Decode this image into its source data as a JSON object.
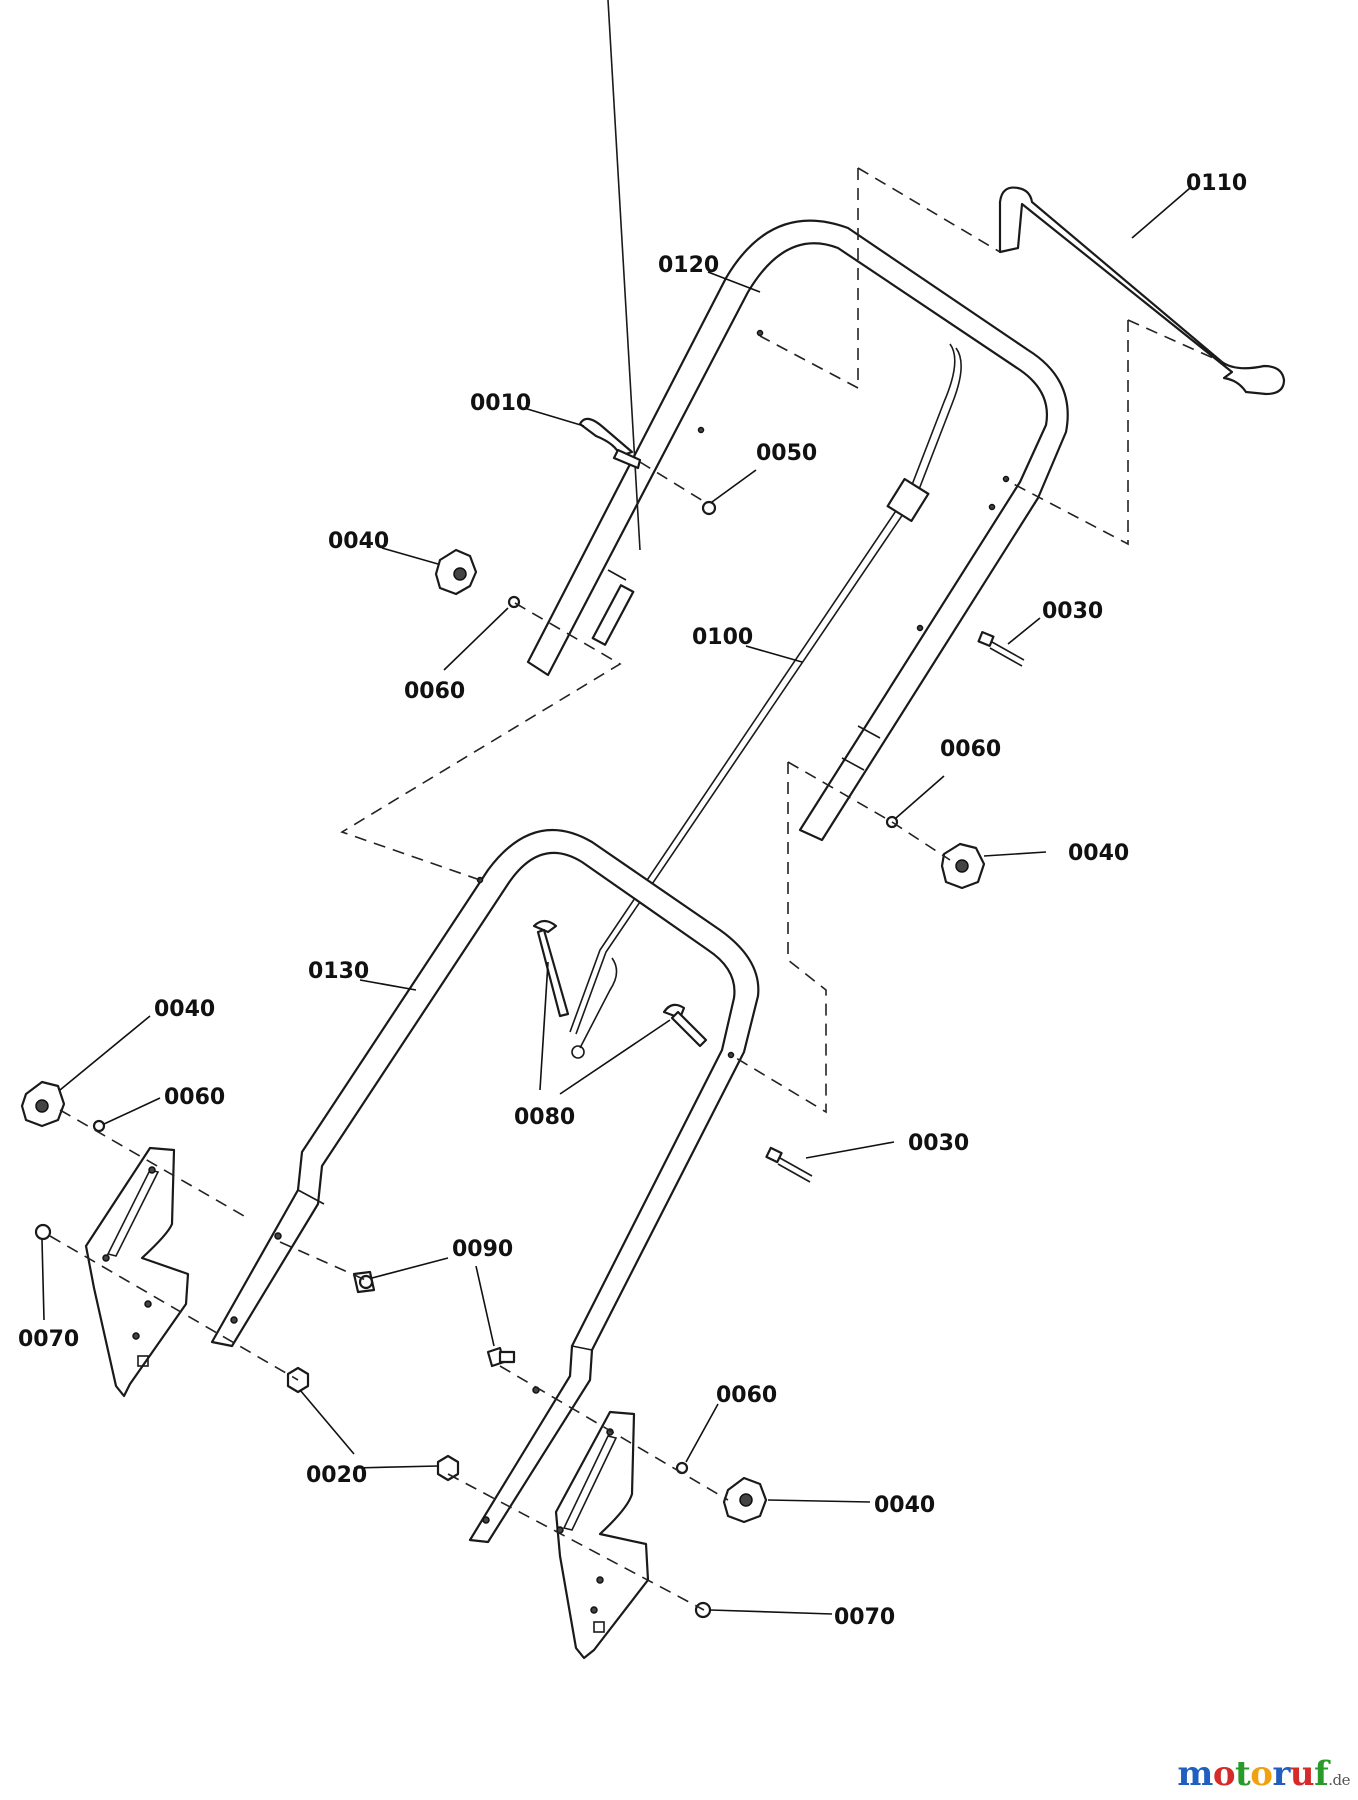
{
  "parts": [
    {
      "id": "p0110",
      "number": "0110"
    },
    {
      "id": "p0120",
      "number": "0120"
    },
    {
      "id": "p0010",
      "number": "0010"
    },
    {
      "id": "p0050",
      "number": "0050"
    },
    {
      "id": "p0040a",
      "number": "0040"
    },
    {
      "id": "p0060a",
      "number": "0060"
    },
    {
      "id": "p0100",
      "number": "0100"
    },
    {
      "id": "p0030a",
      "number": "0030"
    },
    {
      "id": "p0060b",
      "number": "0060"
    },
    {
      "id": "p0040b",
      "number": "0040"
    },
    {
      "id": "p0130",
      "number": "0130"
    },
    {
      "id": "p0040c",
      "number": "0040"
    },
    {
      "id": "p0060c",
      "number": "0060"
    },
    {
      "id": "p0080",
      "number": "0080"
    },
    {
      "id": "p0030b",
      "number": "0030"
    },
    {
      "id": "p0090",
      "number": "0090"
    },
    {
      "id": "p0070a",
      "number": "0070"
    },
    {
      "id": "p0020a",
      "number": "0020"
    },
    {
      "id": "p0060d",
      "number": "0060"
    },
    {
      "id": "p0040d",
      "number": "0040"
    },
    {
      "id": "p0070b",
      "number": "0070"
    }
  ],
  "watermark": {
    "letters": [
      {
        "char": "m",
        "color": "#1f5fbf"
      },
      {
        "char": "o",
        "color": "#d62b2b"
      },
      {
        "char": "t",
        "color": "#2a9a2a"
      },
      {
        "char": "o",
        "color": "#f0a010"
      },
      {
        "char": "r",
        "color": "#1f5fbf"
      },
      {
        "char": "u",
        "color": "#d62b2b"
      },
      {
        "char": "f",
        "color": "#2a9a2a"
      }
    ],
    "suffix": ".de"
  }
}
